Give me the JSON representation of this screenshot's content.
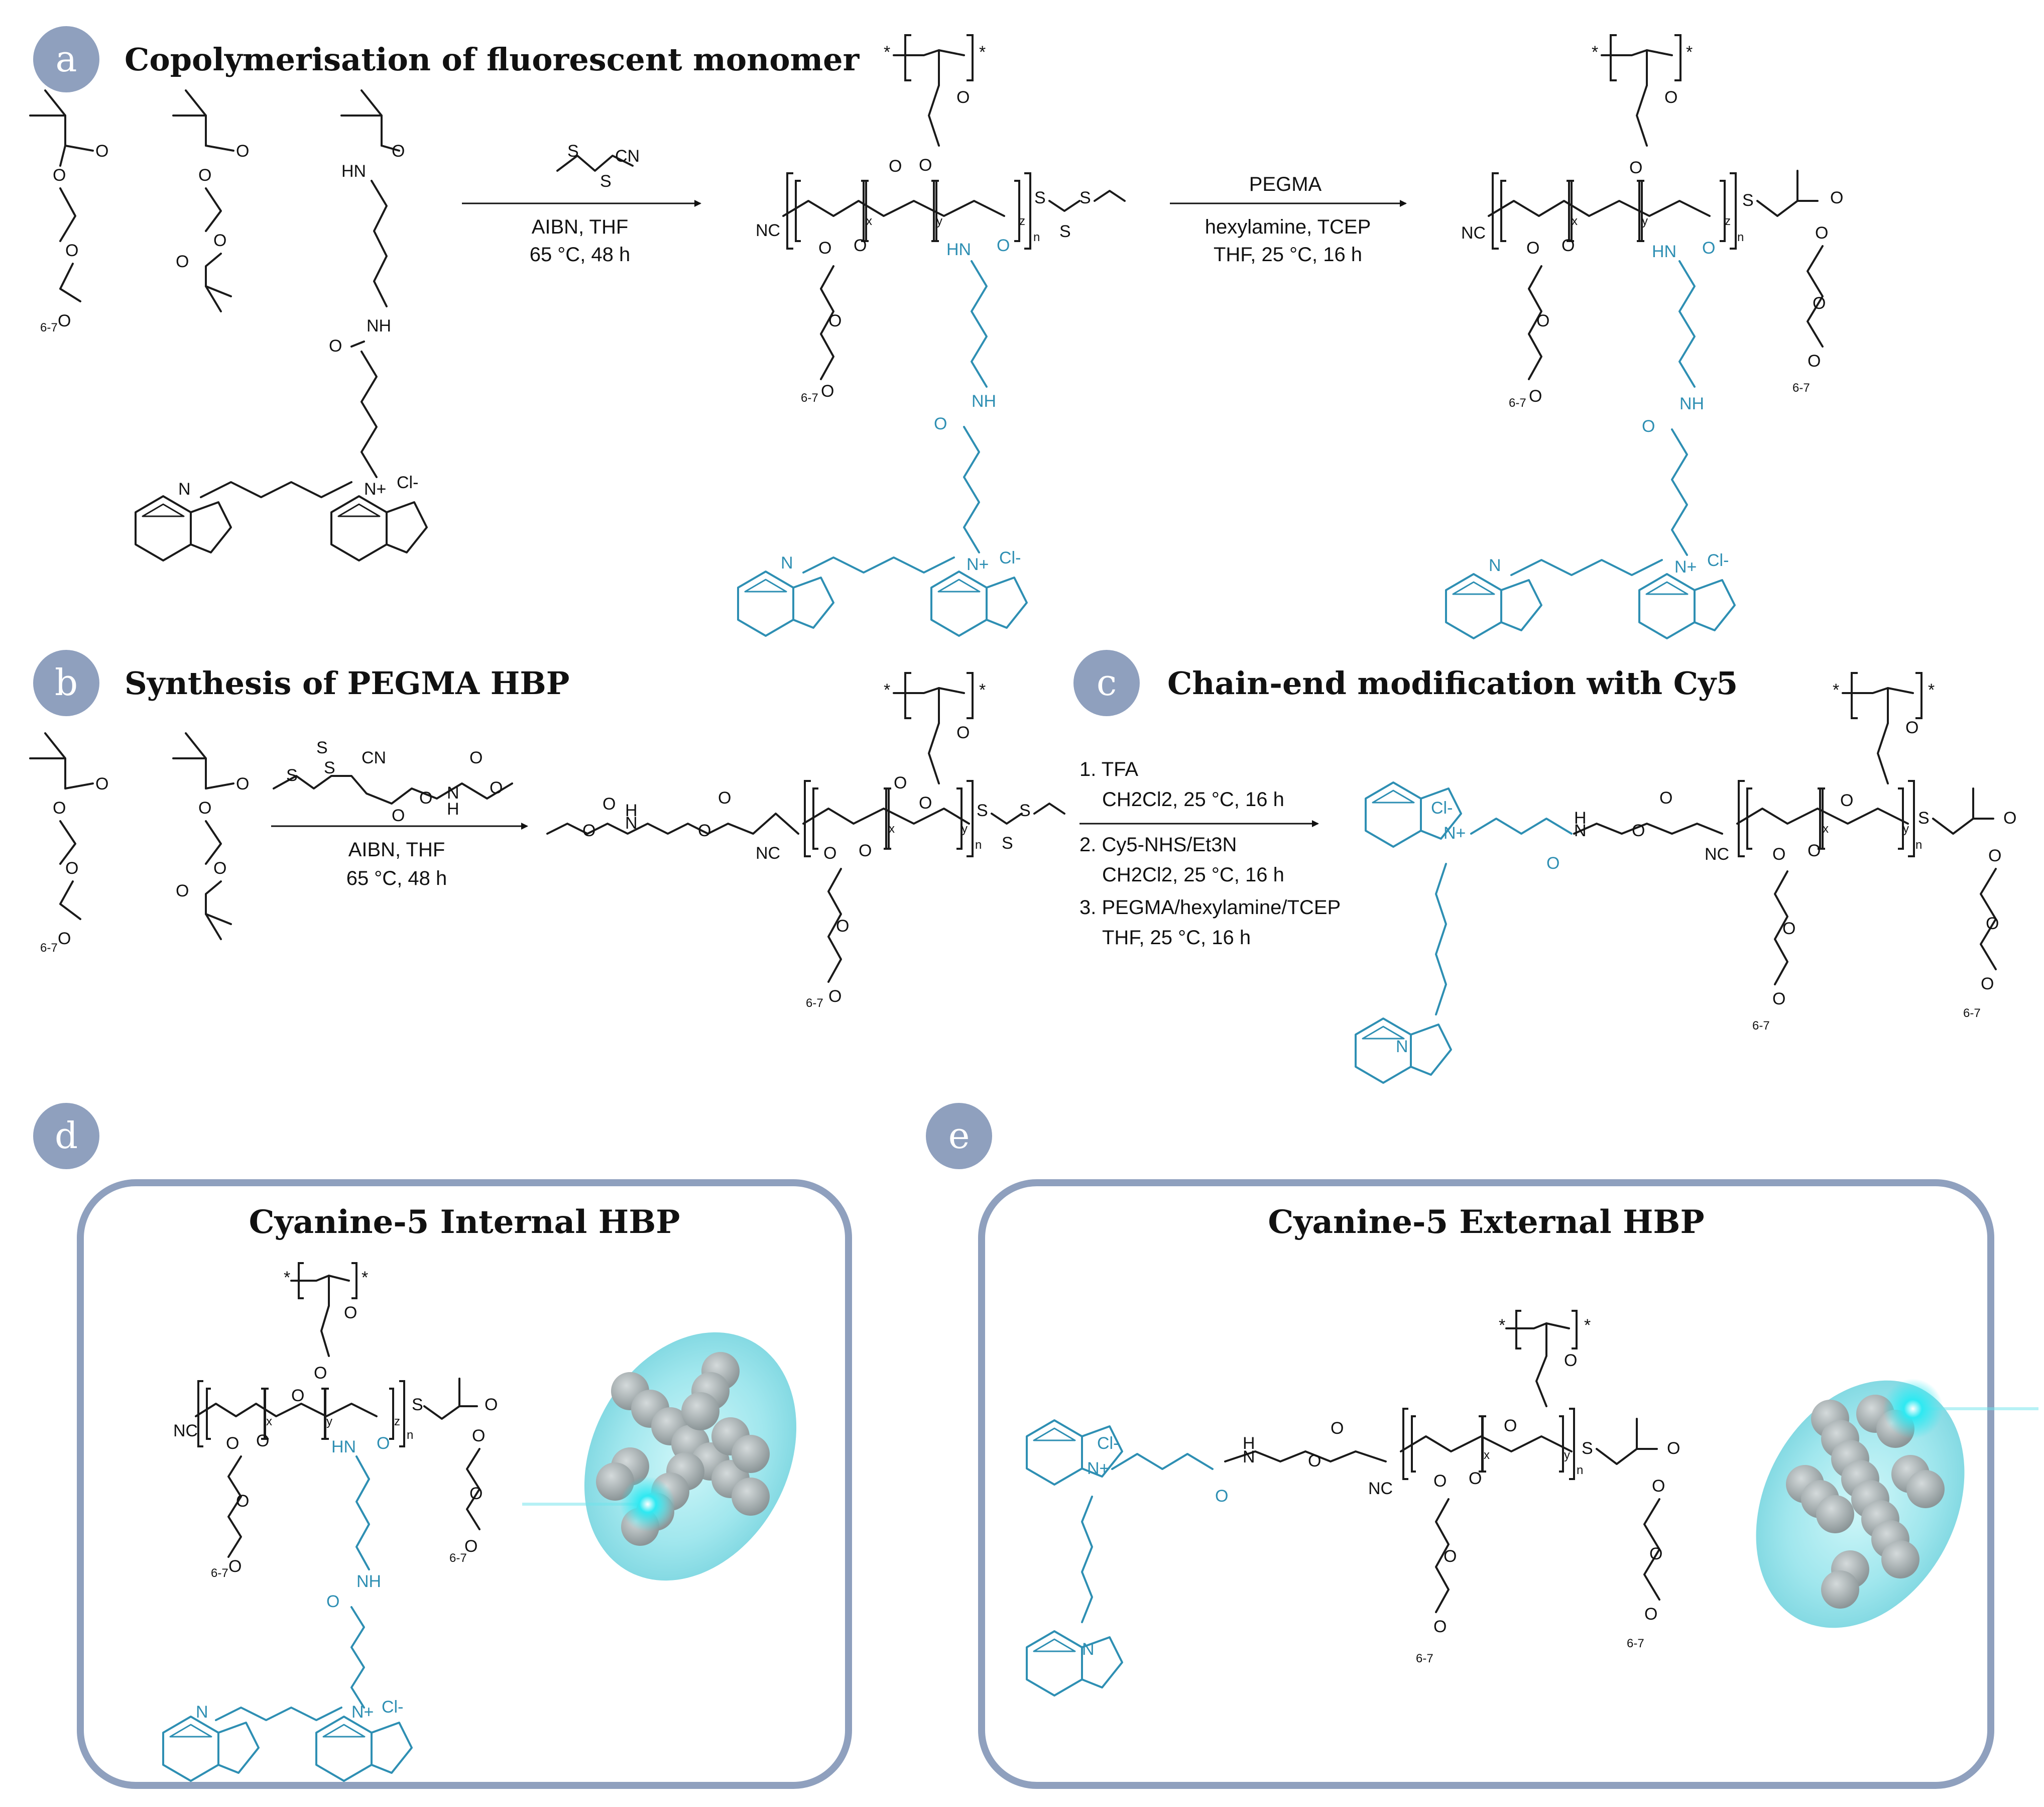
{
  "colors": {
    "badge": "#8fa0be",
    "panel_border": "#8fa0be",
    "cy5_blue": "#2e8fb3",
    "particle_glow": "#7fe0e8",
    "particle_bead": "#9aa5a8"
  },
  "panels": {
    "a": {
      "badge": "a",
      "title": "Copolymerisation of fluorescent monomer",
      "step1_conditions": [
        "AIBN, THF",
        "65 °C, 48 h"
      ],
      "step2_reagent": "PEGMA",
      "step2_conditions": [
        "hexylamine, TCEP",
        "THF, 25 °C, 16 h"
      ]
    },
    "b": {
      "badge": "b",
      "title": "Synthesis of PEGMA HBP",
      "conditions": [
        "AIBN, THF",
        "65 °C, 48 h"
      ]
    },
    "c": {
      "badge": "c",
      "title": "Chain-end modification with Cy5",
      "steps": [
        "1. TFA",
        "CH2Cl2, 25 °C, 16 h",
        "2. Cy5-NHS/Et3N",
        "CH2Cl2, 25 °C, 16 h",
        "3. PEGMA/hexylamine/TCEP",
        "THF, 25 °C, 16 h"
      ]
    },
    "d": {
      "badge": "d",
      "title": "Cyanine-5 Internal HBP"
    },
    "e": {
      "badge": "e",
      "title": "Cyanine-5 External HBP"
    }
  },
  "atom_labels": {
    "O": "O",
    "NH": "NH",
    "HN": "HN",
    "N": "N",
    "N_plus": "N+",
    "Cl": "Cl-",
    "CN": "CN",
    "NC": "NC",
    "S": "S",
    "H": "H",
    "repeat": "6-7",
    "x": "x",
    "y": "y",
    "z": "z",
    "n": "n",
    "star": "*"
  }
}
